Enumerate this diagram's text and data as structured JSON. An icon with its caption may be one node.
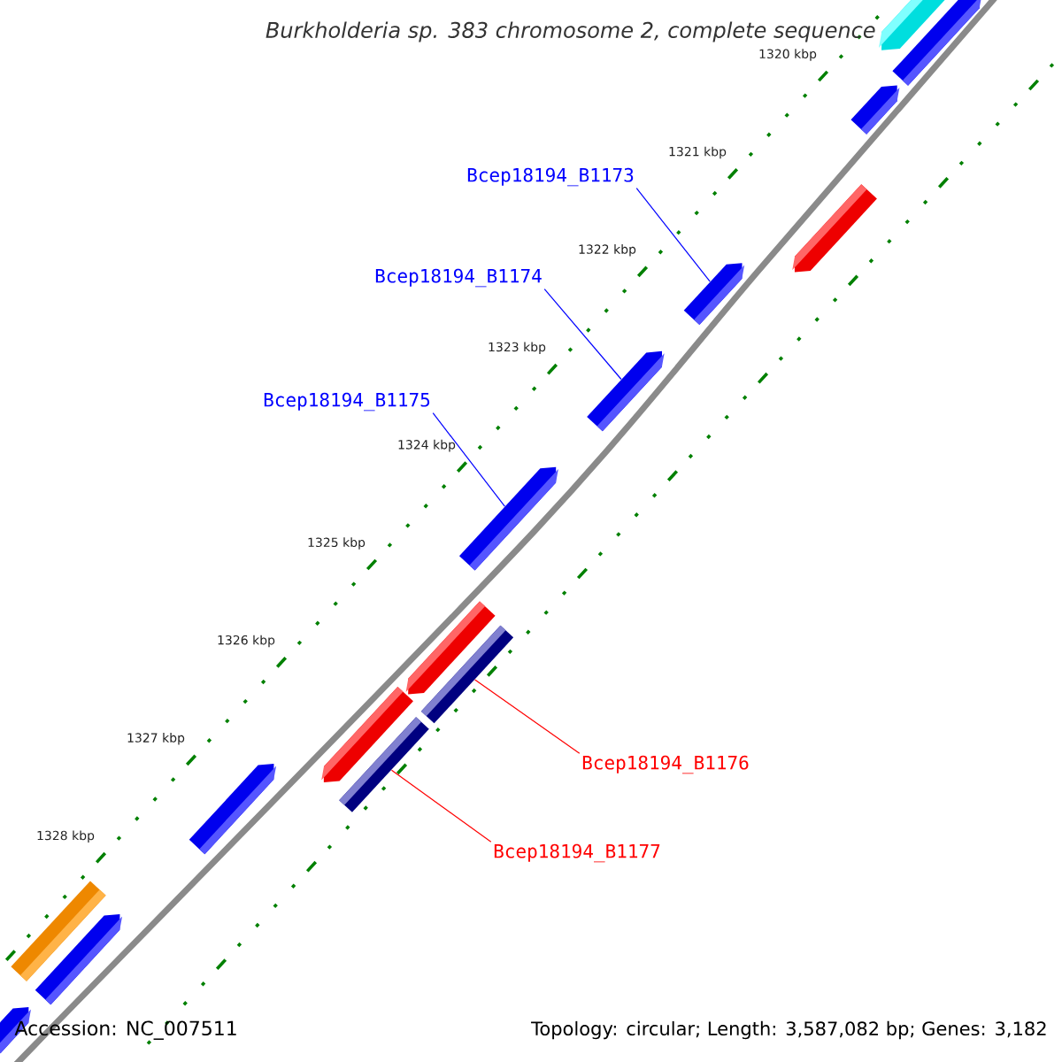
{
  "diagram": {
    "title": "Burkholderia sp. 383 chromosome 2, complete sequence",
    "nodes": [
      {
        "text": [
          "Bcep18194_B1173"
        ]
      },
      {
        "text": [
          "Bcep18194_B1174"
        ]
      },
      {
        "text": [
          "Bcep18194_B1175"
        ]
      },
      {
        "text": [
          "Bcep18194_B1176"
        ]
      },
      {
        "text": [
          "Bcep18194_B1177"
        ]
      },
      {
        "text": [],
        "shape": "arrow"
      },
      {
        "text": [],
        "shape": "arrow"
      },
      {
        "text": [],
        "shape": "arrow"
      },
      {
        "text": [],
        "shape": "arrow"
      },
      {
        "text": [],
        "shape": "arrow"
      },
      {
        "text": [],
        "shape": "arrow"
      },
      {
        "text": [],
        "shape": "arrow"
      },
      {
        "text": [],
        "shape": "arrow"
      },
      {
        "text": [],
        "shape": "bar"
      },
      {
        "text": [],
        "shape": "arrow"
      },
      {
        "text": [],
        "shape": "bar"
      },
      {
        "text": [],
        "shape": "arrow"
      },
      {
        "text": [],
        "shape": "bar"
      },
      {
        "text": [],
        "shape": "arrow"
      },
      {
        "text": [],
        "shape": "arrow"
      }
    ],
    "edges": [
      {
        "from": 0,
        "to": 9,
        "arrow": "none",
        "color": "#0000ff"
      },
      {
        "from": 1,
        "to": 10,
        "arrow": "none",
        "color": "#0000ff"
      },
      {
        "from": 2,
        "to": 11,
        "arrow": "none",
        "color": "#0000ff"
      },
      {
        "from": 3,
        "to": 13,
        "arrow": "none",
        "color": "#ff0000"
      },
      {
        "from": 4,
        "to": 15,
        "arrow": "none",
        "color": "#ff0000"
      }
    ],
    "labels": [
      "1320 kbp",
      "1321 kbp",
      "1322 kbp",
      "1323 kbp",
      "1324 kbp",
      "1325 kbp",
      "1326 kbp",
      "1327 kbp",
      "1328 kbp",
      "Accession: NC_007511",
      "Topology: circular; Length: 3,587,082 bp; Genes: 3,182"
    ]
  }
}
